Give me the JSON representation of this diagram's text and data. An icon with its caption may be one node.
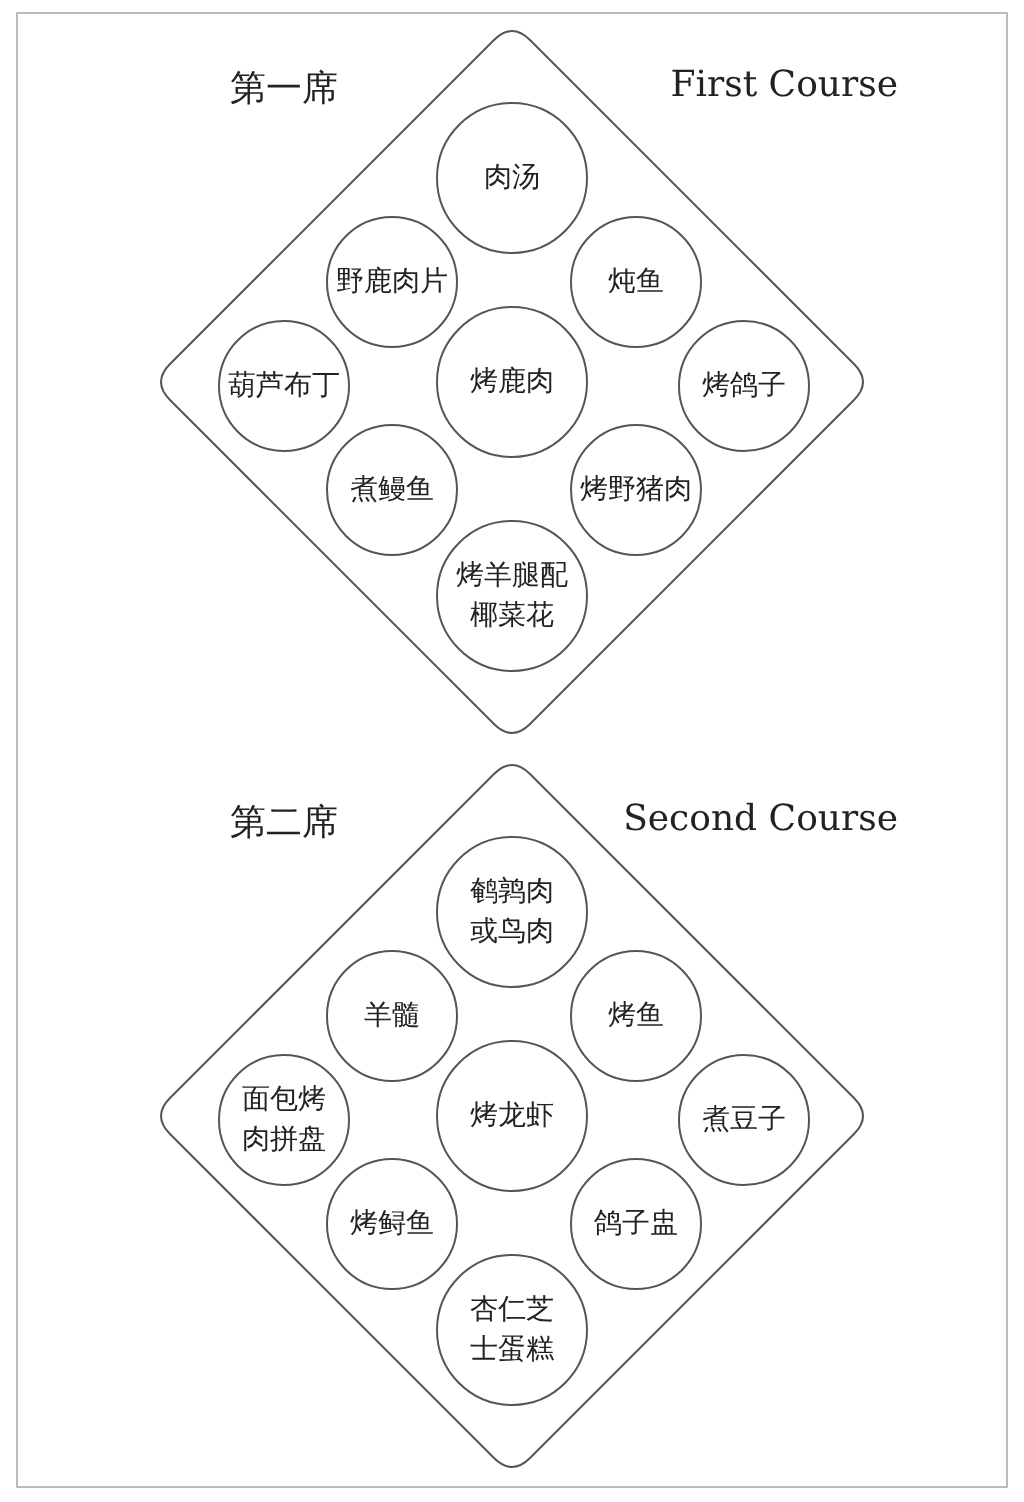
{
  "diagram": {
    "nodes": [
      {
        "text": [
          "第一席",
          "First Course"
        ]
      },
      {
        "text": [
          "肉汤"
        ],
        "in": 0
      },
      {
        "text": [
          "野鹿肉片"
        ],
        "in": 0
      },
      {
        "text": [
          "炖鱼"
        ],
        "in": 0
      },
      {
        "text": [
          "葫芦布丁"
        ],
        "in": 0
      },
      {
        "text": [
          "烤鹿肉"
        ],
        "in": 0
      },
      {
        "text": [
          "烤鸽子"
        ],
        "in": 0
      },
      {
        "text": [
          "煮鳗鱼"
        ],
        "in": 0
      },
      {
        "text": [
          "烤野猪肉"
        ],
        "in": 0
      },
      {
        "text": [
          "烤羊腿配椰菜花"
        ],
        "in": 0
      },
      {
        "text": [
          "第二席",
          "Second Course"
        ]
      },
      {
        "text": [
          "鹌鹑肉或鸟肉"
        ],
        "in": 10
      },
      {
        "text": [
          "羊髓"
        ],
        "in": 10
      },
      {
        "text": [
          "烤鱼"
        ],
        "in": 10
      },
      {
        "text": [
          "面包烤肉拼盘"
        ],
        "in": 10
      },
      {
        "text": [
          "烤龙虾"
        ],
        "in": 10
      },
      {
        "text": [
          "煮豆子"
        ],
        "in": 10
      },
      {
        "text": [
          "烤鲟鱼"
        ],
        "in": 10
      },
      {
        "text": [
          "鸽子盅"
        ],
        "in": 10
      },
      {
        "text": [
          "杏仁芝士蛋糕"
        ],
        "in": 10
      }
    ],
    "edges": []
  }
}
